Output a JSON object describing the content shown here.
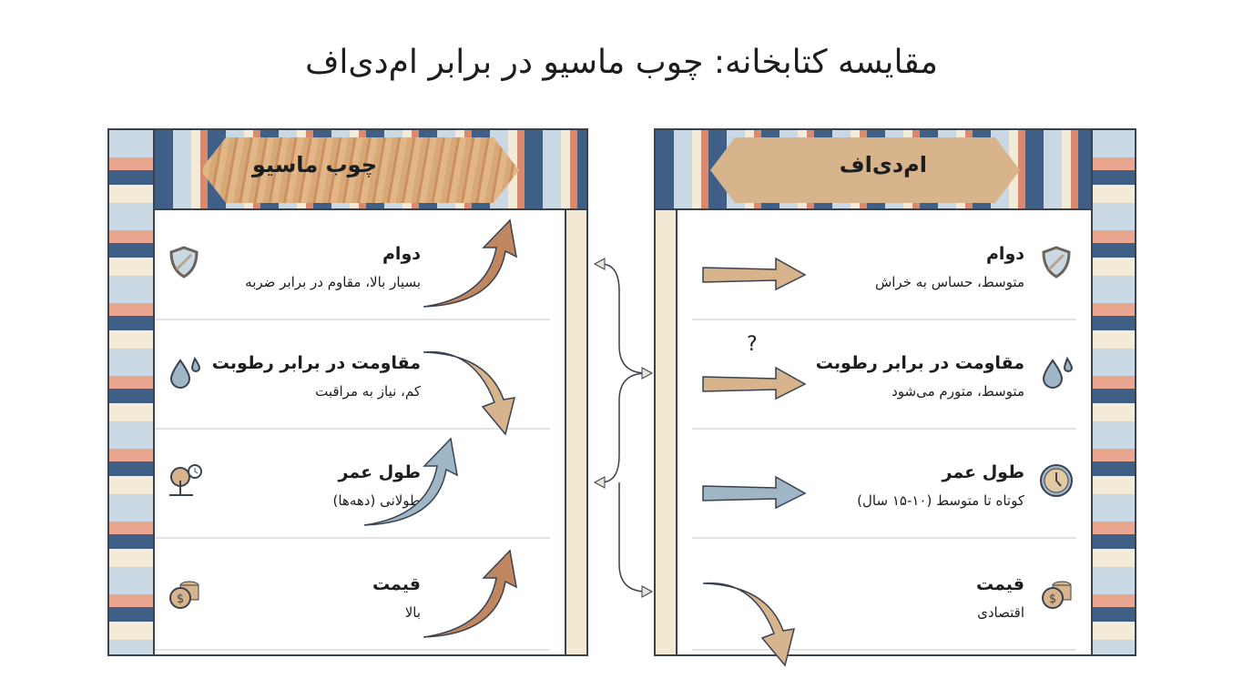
{
  "title": "مقایسه کتابخانه: چوب ماسیو در برابر ام‌دی‌اف",
  "left": {
    "header": "چوب ماسیو",
    "rows": [
      {
        "label": "دوام",
        "value": "بسیار بالا، مقاوم در برابر ضربه",
        "icon": "shield-icon",
        "trend": "up"
      },
      {
        "label": "مقاومت در برابر رطوبت",
        "value": "کم، نیاز به مراقبت",
        "icon": "water-drop-icon",
        "trend": "down"
      },
      {
        "label": "طول عمر",
        "value": "طولانی (دهه‌ها)",
        "icon": "tree-clock-icon",
        "trend": "up"
      },
      {
        "label": "قیمت",
        "value": "بالا",
        "icon": "coins-icon",
        "trend": "up"
      }
    ]
  },
  "right": {
    "header": "ام‌دی‌اف",
    "rows": [
      {
        "label": "دوام",
        "value": "متوسط، حساس به خراش",
        "icon": "shield-icon",
        "trend": "flat"
      },
      {
        "label": "مقاومت در برابر رطوبت",
        "value": "متوسط، متورم می‌شود",
        "icon": "water-drop-icon",
        "trend": "flat",
        "note": "?"
      },
      {
        "label": "طول عمر",
        "value": "کوتاه تا متوسط (۱۰-۱۵ سال)",
        "icon": "clock-icon",
        "trend": "flat"
      },
      {
        "label": "قیمت",
        "value": "اقتصادی",
        "icon": "coins-icon",
        "trend": "down"
      }
    ]
  },
  "colors": {
    "brown": "#c08660",
    "tan": "#d7b48c",
    "blue": "#9fb6c6",
    "outline": "#3a4250"
  }
}
